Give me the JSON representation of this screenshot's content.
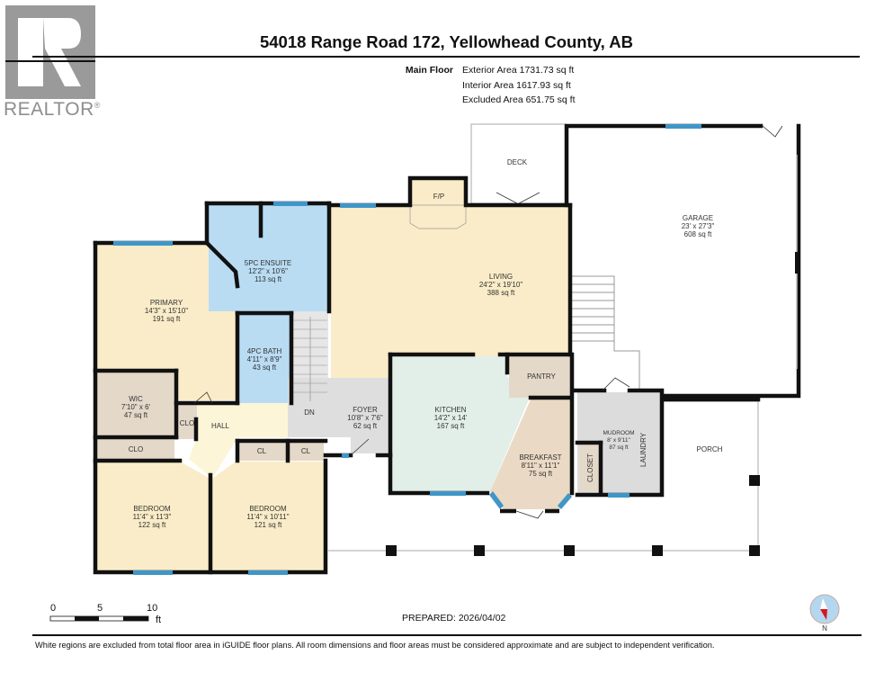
{
  "header": {
    "logo_text": "REALTOR",
    "logo_mark": "®",
    "title": "54018 Range Road 172, Yellowhead County, AB"
  },
  "areas": {
    "floor_label": "Main Floor",
    "exterior": "Exterior Area 1731.73 sq ft",
    "interior": "Interior Area 1617.93 sq ft",
    "excluded": "Excluded Area 651.75 sq ft"
  },
  "colors": {
    "wall": "#111111",
    "bedroom_fill": "#faecc8",
    "bath_fill": "#b9dcf3",
    "closet_fill": "#e4d8c9",
    "kitchen_fill": "#e2efe9",
    "foyer_fill": "#dedede",
    "hall_fill": "#fdf5d8",
    "breakfast_fill": "#ead9c4",
    "window": "#3f96c8",
    "mudroom_fill": "#dcdcdc"
  },
  "rooms": {
    "primary": {
      "name": "PRIMARY",
      "dims": "14'3\" x 15'10\"",
      "area": "191 sq ft"
    },
    "ensuite": {
      "name": "5PC ENSUITE",
      "dims": "12'2\" x 10'6\"",
      "area": "113 sq ft"
    },
    "bath4": {
      "name": "4PC BATH",
      "dims": "4'11\" x 8'9\"",
      "area": "43 sq ft"
    },
    "wic": {
      "name": "WIC",
      "dims": "7'10\" x 6'",
      "area": "47 sq ft"
    },
    "clo1": {
      "name": "CLO"
    },
    "clo2": {
      "name": "CLO"
    },
    "hall": {
      "name": "HALL"
    },
    "cl1": {
      "name": "CL"
    },
    "cl2": {
      "name": "CL"
    },
    "bedroom1": {
      "name": "BEDROOM",
      "dims": "11'4\" x 11'3\"",
      "area": "122 sq ft"
    },
    "bedroom2": {
      "name": "BEDROOM",
      "dims": "11'4\" x 10'11\"",
      "area": "121 sq ft"
    },
    "stairs": {
      "name": "DN"
    },
    "foyer": {
      "name": "FOYER",
      "dims": "10'8\" x 7'6\"",
      "area": "62 sq ft"
    },
    "living": {
      "name": "LIVING",
      "dims": "24'2\" x 19'10\"",
      "area": "388 sq ft"
    },
    "fireplace": {
      "name": "F/P"
    },
    "deck": {
      "name": "DECK"
    },
    "kitchen": {
      "name": "KITCHEN",
      "dims": "14'2\" x 14'",
      "area": "167 sq ft"
    },
    "pantry": {
      "name": "PANTRY"
    },
    "breakfast": {
      "name": "BREAKFAST",
      "dims": "8'11\" x 11'1\"",
      "area": "75 sq ft"
    },
    "mudroom": {
      "name": "MUDROOM",
      "dims": "8' x 9'11\"",
      "area": "87 sq ft"
    },
    "closet": {
      "name": "CLOSET"
    },
    "laundry": {
      "name": "LAUNDRY"
    },
    "garage": {
      "name": "GARAGE",
      "dims": "23' x 27'3\"",
      "area": "608 sq ft"
    },
    "porch": {
      "name": "PORCH"
    }
  },
  "scale_bar": {
    "ticks": [
      "0",
      "5",
      "10"
    ],
    "unit": "ft"
  },
  "prepared": "PREPARED: 2026/04/02",
  "compass": {
    "label": "N"
  },
  "disclaimer": "White regions are excluded from total floor area in iGUIDE floor plans. All room dimensions and floor areas must be considered approximate and are subject to independent verification."
}
